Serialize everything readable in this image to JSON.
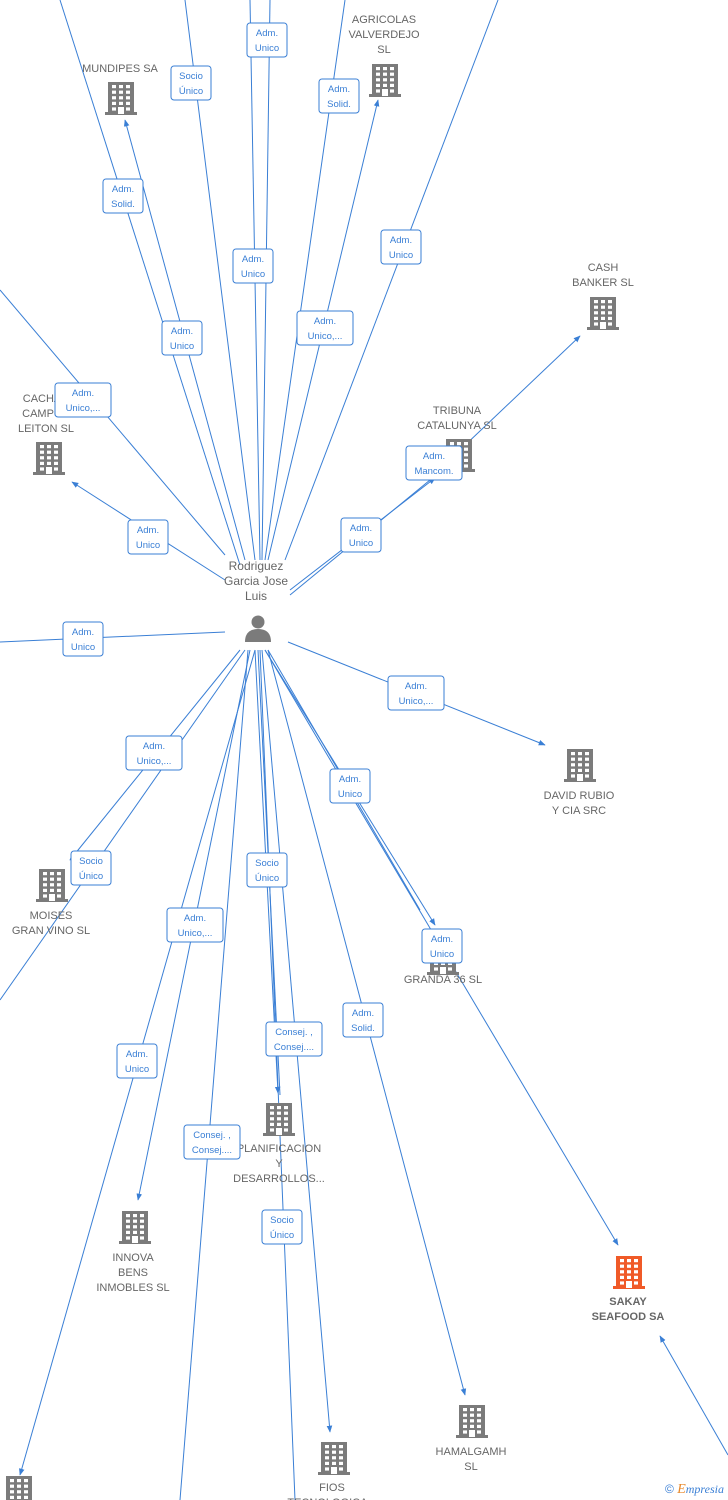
{
  "center": {
    "label": [
      "Rodriguez",
      "Garcia Jose",
      "Luis"
    ],
    "icon": "person-icon"
  },
  "colors": {
    "edge": "#3a7fd5",
    "building": "#7b7b7b",
    "highlight": "#f05a28",
    "text": "#666666"
  },
  "companies": [
    {
      "id": "mundipes",
      "label": [
        "MUNDIPES SA"
      ],
      "icon": "building-icon"
    },
    {
      "id": "agricolas",
      "label": [
        "AGRICOLAS",
        "VALVERDEJO",
        "SL"
      ],
      "icon": "building-icon"
    },
    {
      "id": "cash",
      "label": [
        "CASH",
        "BANKER  SL"
      ],
      "icon": "building-icon"
    },
    {
      "id": "cachada",
      "label": [
        "CACHAD",
        "CAMPOS",
        "LEITON  SL"
      ],
      "icon": "building-icon"
    },
    {
      "id": "tribuna",
      "label": [
        "TRIBUNA",
        "CATALUNYA  SL"
      ],
      "icon": "building-icon"
    },
    {
      "id": "david",
      "label": [
        "DAVID RUBIO",
        "Y CIA SRC"
      ],
      "icon": "building-icon"
    },
    {
      "id": "moises",
      "label": [
        "MOISES",
        "GRAN VINO  SL"
      ],
      "icon": "building-icon"
    },
    {
      "id": "granda",
      "label": [
        "GRANDA 36  SL"
      ],
      "icon": "building-icon"
    },
    {
      "id": "planificacion",
      "label": [
        "PLANIFICACION",
        "Y",
        "DESARROLLOS..."
      ],
      "icon": "building-icon"
    },
    {
      "id": "innova",
      "label": [
        "INNOVA",
        "BENS",
        "INMOBLES  SL"
      ],
      "icon": "building-icon"
    },
    {
      "id": "sakay",
      "label": [
        "SAKAY",
        "SEAFOOD SA"
      ],
      "icon": "building-icon",
      "highlight": true
    },
    {
      "id": "hamalgamh",
      "label": [
        "HAMALGAMH",
        "SL"
      ],
      "icon": "building-icon"
    },
    {
      "id": "fios",
      "label": [
        "FIOS",
        "TECNOLOGICA..."
      ],
      "icon": "building-icon"
    },
    {
      "id": "bottomleft",
      "label": [],
      "icon": "building-icon"
    }
  ],
  "badges": [
    {
      "id": "b1",
      "lines": [
        "Adm.",
        "Unico"
      ]
    },
    {
      "id": "b2",
      "lines": [
        "Socio",
        "Único"
      ]
    },
    {
      "id": "b3",
      "lines": [
        "Adm.",
        "Solid."
      ]
    },
    {
      "id": "b4",
      "lines": [
        "Adm.",
        "Solid."
      ]
    },
    {
      "id": "b5",
      "lines": [
        "Adm.",
        "Unico"
      ]
    },
    {
      "id": "b6",
      "lines": [
        "Adm.",
        "Unico"
      ]
    },
    {
      "id": "b7",
      "lines": [
        "Adm.",
        "Unico"
      ]
    },
    {
      "id": "b8",
      "lines": [
        "Adm.",
        "Unico,..."
      ]
    },
    {
      "id": "b9",
      "lines": [
        "Adm.",
        "Unico,..."
      ]
    },
    {
      "id": "b10",
      "lines": [
        "Adm.",
        "Mancom."
      ]
    },
    {
      "id": "b11",
      "lines": [
        "Adm.",
        "Unico"
      ]
    },
    {
      "id": "b12",
      "lines": [
        "Adm.",
        "Unico"
      ]
    },
    {
      "id": "b13",
      "lines": [
        "Adm.",
        "Unico"
      ]
    },
    {
      "id": "b14",
      "lines": [
        "Adm.",
        "Unico,..."
      ]
    },
    {
      "id": "b15",
      "lines": [
        "Adm.",
        "Unico,..."
      ]
    },
    {
      "id": "b16",
      "lines": [
        "Adm.",
        "Unico"
      ]
    },
    {
      "id": "b17",
      "lines": [
        "Socio",
        "Único"
      ]
    },
    {
      "id": "b18",
      "lines": [
        "Socio",
        "Único"
      ]
    },
    {
      "id": "b19",
      "lines": [
        "Adm.",
        "Unico,..."
      ]
    },
    {
      "id": "b20",
      "lines": [
        "Adm.",
        "Unico"
      ]
    },
    {
      "id": "b21",
      "lines": [
        "Adm.",
        "Solid."
      ]
    },
    {
      "id": "b22",
      "lines": [
        "Consej. ,",
        "Consej...."
      ]
    },
    {
      "id": "b23",
      "lines": [
        "Adm.",
        "Unico"
      ]
    },
    {
      "id": "b24",
      "lines": [
        "Consej. ,",
        "Consej...."
      ]
    },
    {
      "id": "b25",
      "lines": [
        "Socio",
        "Único"
      ]
    }
  ],
  "watermark": {
    "copyright": "©",
    "brand_first": "E",
    "brand_rest": "mpresia"
  }
}
